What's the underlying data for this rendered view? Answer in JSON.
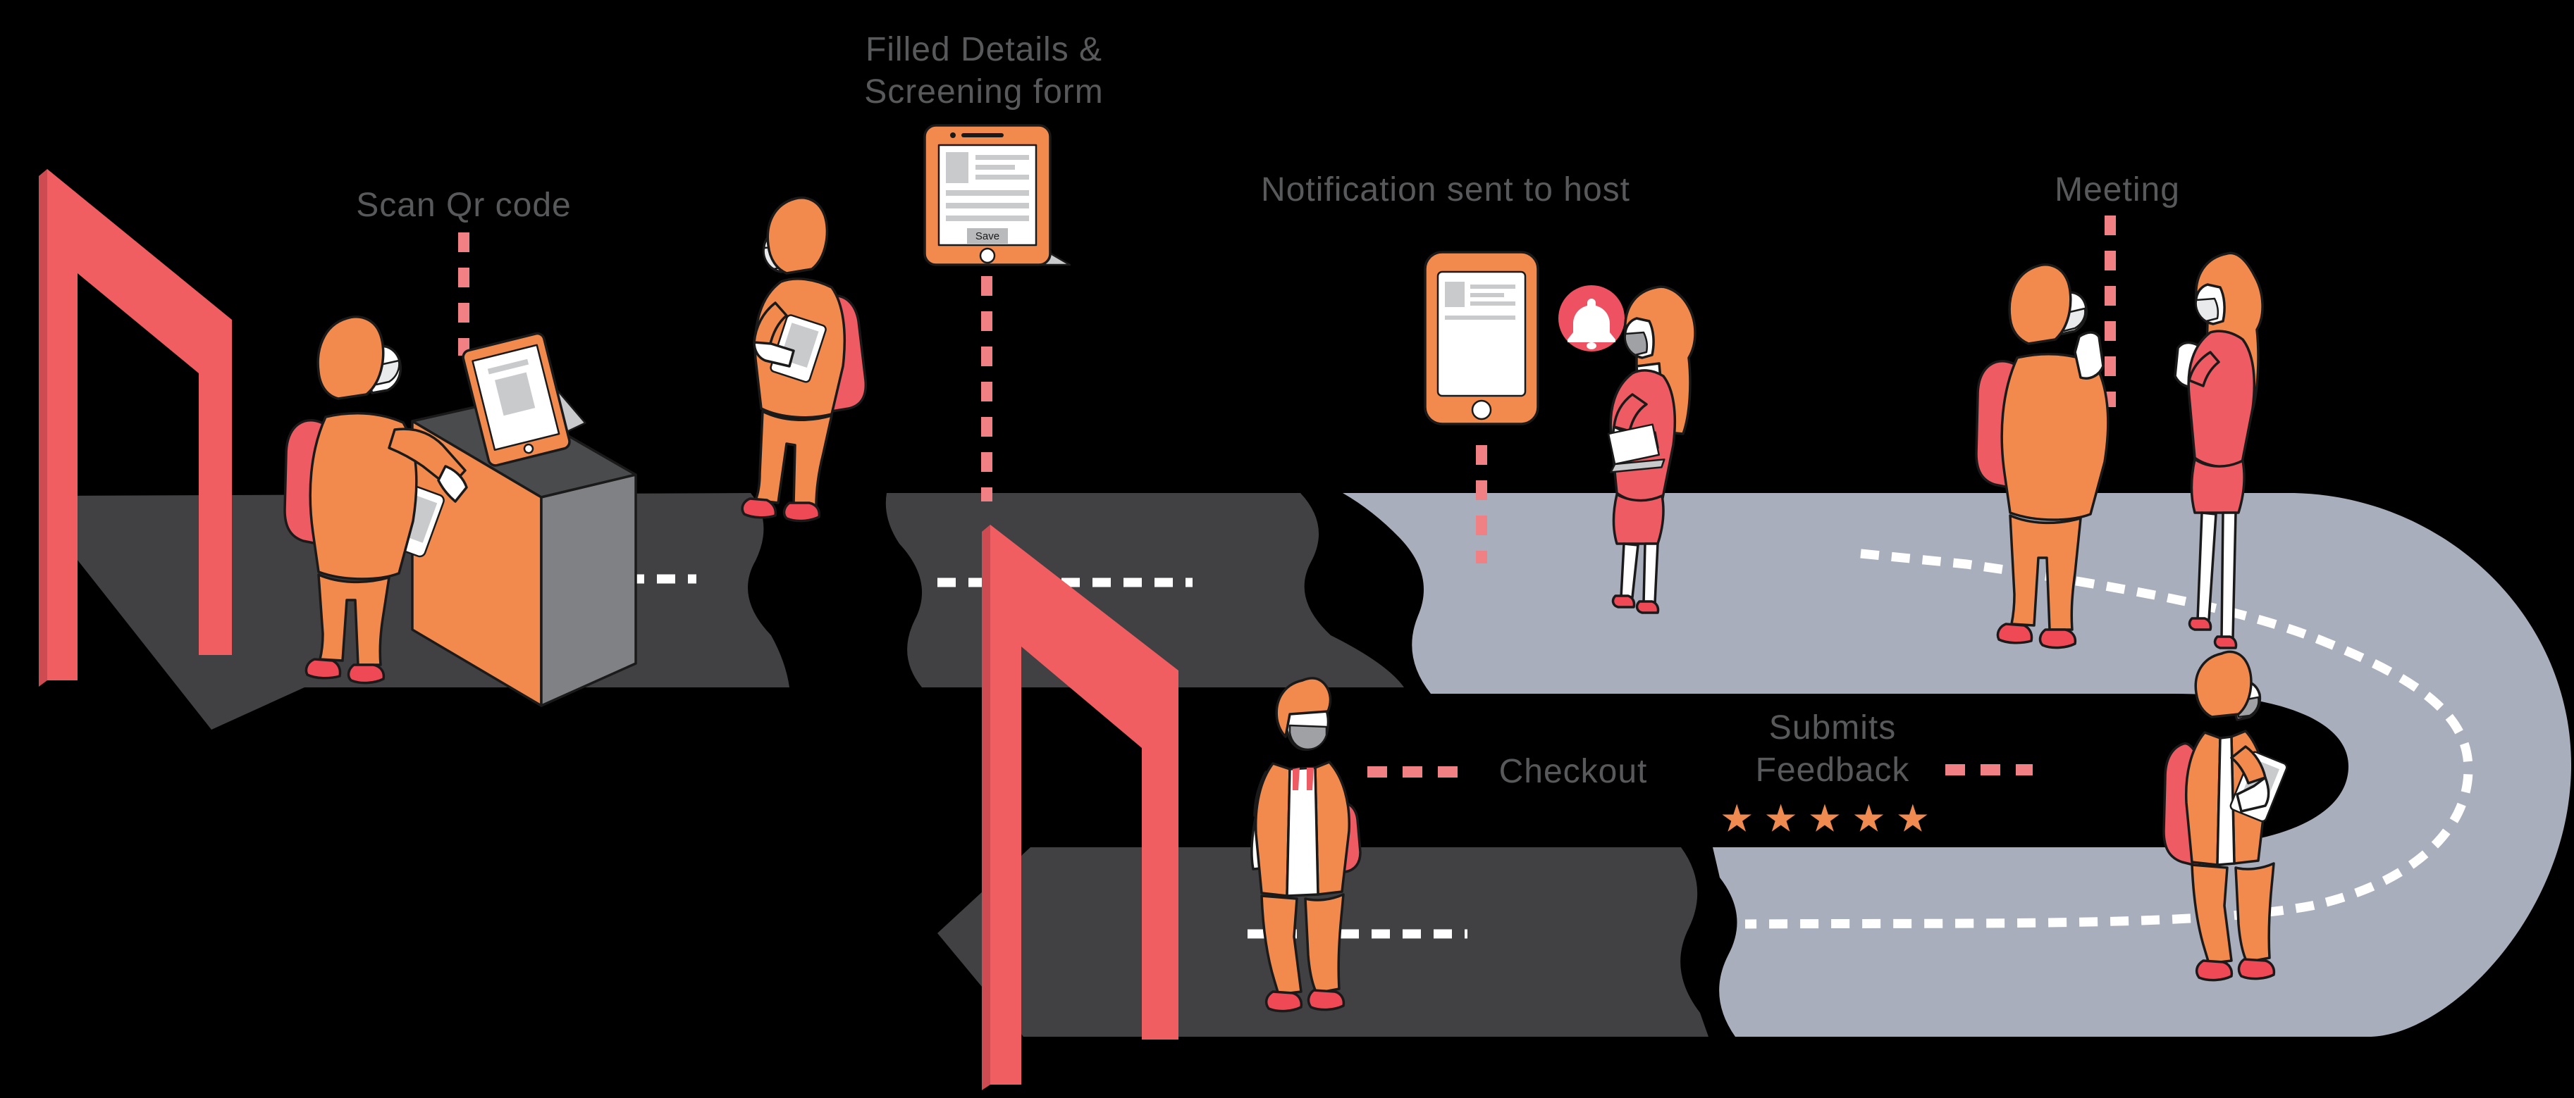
{
  "figure": {
    "type": "visitor-journey-flow-illustration",
    "scene": "isometric road with visitors wearing masks, entry and exit gates"
  },
  "steps": [
    {
      "id": "scan-qr",
      "label": "Scan Qr code"
    },
    {
      "id": "screening-form",
      "label_line1": "Filled Details &",
      "label_line2": "Screening form",
      "device_button": "Save"
    },
    {
      "id": "notification",
      "label": "Notification sent to host"
    },
    {
      "id": "meeting",
      "label": "Meeting"
    },
    {
      "id": "checkout",
      "label": "Checkout"
    },
    {
      "id": "feedback",
      "label_line1": "Submits",
      "label_line2": "Feedback",
      "rating": 5,
      "rating_max": 5
    }
  ],
  "icons": [
    "bell-icon",
    "star-icon",
    "tablet-icon",
    "phone-icon",
    "laptop-icon"
  ],
  "colors": {
    "background": "#000000",
    "road_dark": "#414042",
    "road_light": "#a9aebc",
    "red": "#f15e61",
    "red_dark": "#cf4b52",
    "orange": "#f28a4d",
    "bag_red": "#ee5b63",
    "shoe_red": "#ef4956",
    "salmon": "#f08083",
    "label_gray": "#58595b",
    "star": "#ef8a50",
    "badge": "#ee5162",
    "kiosk_side": "#808184",
    "kiosk_top": "#4a4b4d",
    "dev_gray": "#c9cacc",
    "mask_gray": "#9fa1a4",
    "outline": "#1a1a1a"
  }
}
